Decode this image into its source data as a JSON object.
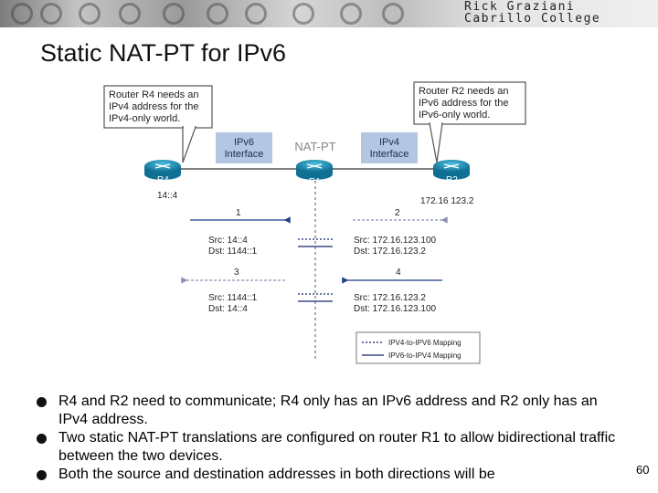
{
  "header": {
    "line1": "Rick Graziani",
    "line2": "Cabrillo College"
  },
  "title": "Static NAT-PT for IPv6",
  "diagram": {
    "callout_r4": [
      "Router R4 needs an",
      "IPv4 address for the",
      "IPv4-only world."
    ],
    "callout_r2": [
      "Router R2 needs an",
      "IPv6 address for the",
      "IPv6-only world."
    ],
    "ipv6_interface": [
      "IPv6",
      "Interface"
    ],
    "ipv4_interface": [
      "IPv4",
      "Interface"
    ],
    "natpt_label": "NAT-PT",
    "routers": {
      "r4": "R4",
      "r1": "R1",
      "r2": "R2"
    },
    "r4_address": "14::4",
    "r2_address": "172.16 123.2",
    "flows": [
      {
        "num": "1",
        "src": "Src: 14::4",
        "dst": "Dst: 1144::1"
      },
      {
        "num": "2",
        "src": "Src: 172.16.123.100",
        "dst": "Dst: 172.16.123.2"
      },
      {
        "num": "3",
        "src": "Src: 1144::1",
        "dst": "Dst: 14::4"
      },
      {
        "num": "4",
        "src": "Src: 172.16.123.2",
        "dst": "Dst: 172.16.123.100"
      }
    ],
    "legend": [
      "IPV4-to-IPV6 Mapping",
      "IPV6-to-IPV4 Mapping"
    ],
    "colors": {
      "interface_box": "#b3c7e3",
      "router_fill": "#1d93b8",
      "arrow": "#1f3e86",
      "callout_border": "#555555"
    }
  },
  "bullets": [
    "R4 and R2 need to communicate; R4 only has an IPv6 address and R2 only has an IPv4 address.",
    "Two static NAT-PT translations are configured on router R1 to allow bidirectional traffic between the two devices.",
    "Both the source and destination addresses in both directions will be"
  ],
  "page_number": "60"
}
